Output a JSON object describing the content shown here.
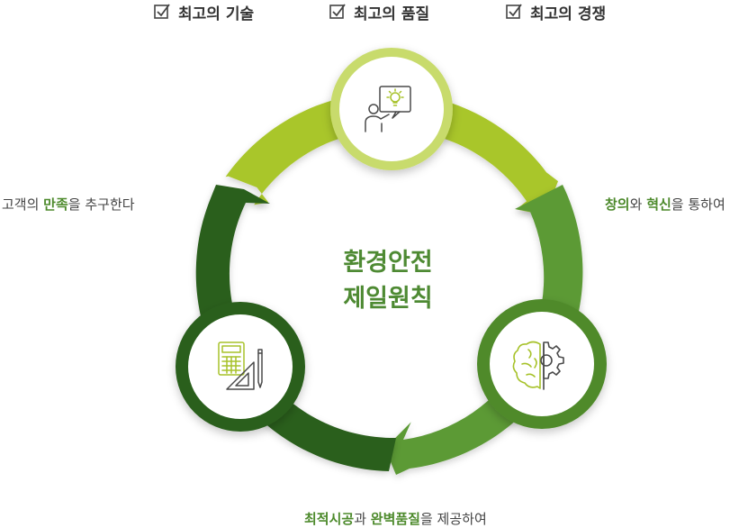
{
  "top_checks": [
    "최고의 기술",
    "최고의 품질",
    "최고의 경쟁"
  ],
  "center": {
    "line1": "환경안전",
    "line2": "제일원칙"
  },
  "left_text": {
    "highlight": "만족",
    "prefix": "고객의 ",
    "suffix": "을 추구한다"
  },
  "right_text": {
    "highlight1": "창의",
    "mid": "와 ",
    "highlight2": "혁신",
    "suffix": "을 통하여"
  },
  "bottom_text": {
    "highlight1": "최적시공",
    "mid": "과 ",
    "highlight2": "완벽품질",
    "suffix": "을 제공하여"
  },
  "icons": [
    "idea-presentation-icon",
    "brain-gear-icon",
    "calculator-ruler-icon"
  ],
  "colors": {
    "arrow_top": "#a9c62b",
    "arrow_right": "#5b9a35",
    "arrow_left": "#2c5e1e",
    "highlight_text": "#4d8a2c",
    "center_text": "#4e8a33"
  }
}
